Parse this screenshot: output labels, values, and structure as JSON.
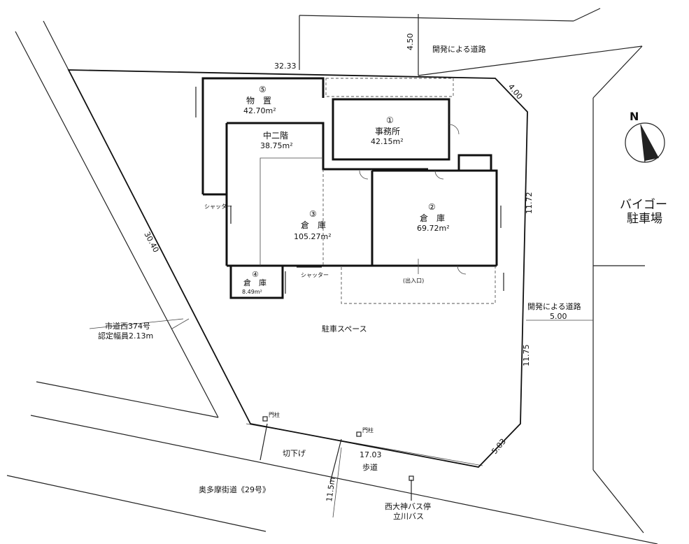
{
  "labels": {
    "road_top": "開発による道路",
    "road_top_width": "4.50",
    "road_right": "開発による道路",
    "road_right_width": "5.00",
    "city_road_line1": "市道西374号",
    "city_road_line2": "認定幅員2.13m",
    "main_road": "奥多摩街道《29号》",
    "parking": "駐車スペース",
    "curb_cut": "切下げ",
    "sidewalk": "歩道",
    "bus_stop_line1": "西大神バス停",
    "bus_stop_line2": "立川バス",
    "neighbor_line1": "バイゴー",
    "neighbor_line2": "駐車場",
    "entrance": "(出入口)",
    "north": "N",
    "shutter": "シャッター",
    "gate": "門柱"
  },
  "dimensions": {
    "top": "32.33",
    "top_right": "4.00",
    "right_upper": "11.72",
    "right_lower": "11.75",
    "bottom_right": "5.03",
    "bottom": "17.03",
    "left": "30.40",
    "road_width": "11.5m"
  },
  "rooms": [
    {
      "num": "⑤",
      "name": "物　置",
      "area": "42.70m²"
    },
    {
      "num": "",
      "name": "中二階",
      "area": "38.75m²"
    },
    {
      "num": "①",
      "name": "事務所",
      "area": "42.15m²"
    },
    {
      "num": "③",
      "name": "倉　庫",
      "area": "105.27m²"
    },
    {
      "num": "②",
      "name": "倉　庫",
      "area": "69.72m²"
    },
    {
      "num": "④",
      "name": "倉　庫",
      "area": "8.49m²"
    }
  ]
}
